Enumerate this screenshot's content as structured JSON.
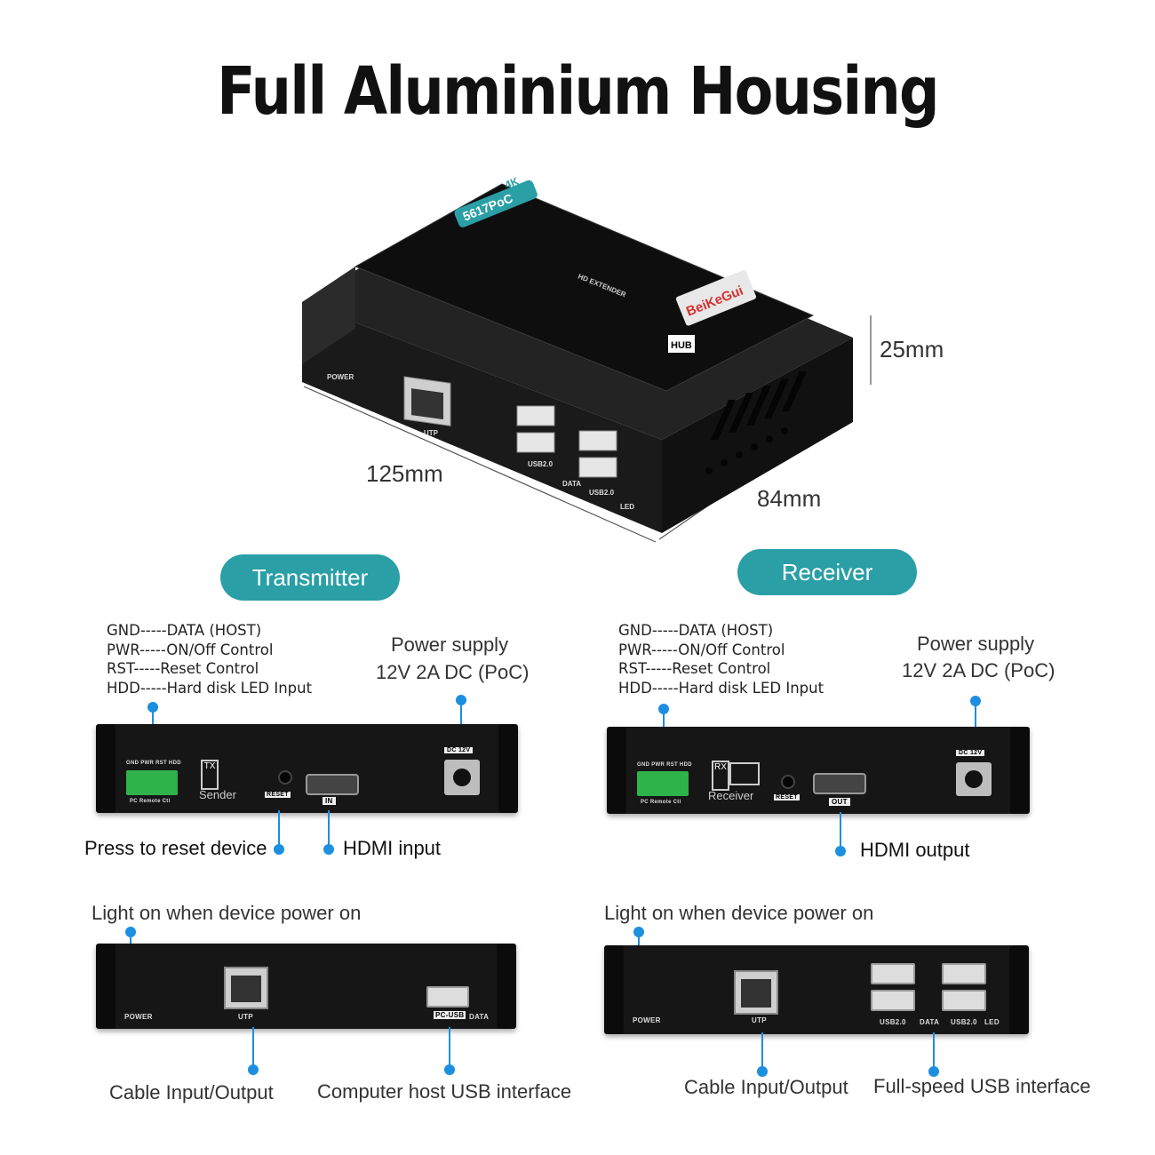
{
  "headline": "Full Aluminium Housing",
  "dimensions": {
    "width": "125mm",
    "depth": "84mm",
    "height": "25mm"
  },
  "device_top": {
    "model": "5617PoC",
    "badge_4k": "4K",
    "logo": "BeiKeGui",
    "product": "HD EXTENDER",
    "hub_label": "HUB",
    "ports": {
      "utp": "UTP",
      "usb": "USB2.0",
      "data": "DATA",
      "led": "LED",
      "power": "POWER"
    }
  },
  "transmitter": {
    "title": "Transmitter",
    "pins": [
      "GND-----DATA  (HOST)",
      "PWR-----ON/Off Control",
      "RST-----Reset Control",
      "HDD-----Hard disk LED Input"
    ],
    "power_title": "Power  supply",
    "power_spec": "12V 2A DC (PoC)",
    "front": {
      "terminal_label": "GND PWR RST HDD",
      "terminal_caption": "PC Remote Ctl",
      "role_icon": "TX",
      "role_label": "Sender",
      "reset_label": "RESET",
      "hdmi_label": "IN",
      "dc_label": "DC 12V"
    },
    "reset_callout": "Press to reset device",
    "hdmi_callout": "HDMI input",
    "power_led_callout": "Light on when device power on",
    "back": {
      "power": "POWER",
      "utp": "UTP",
      "pc_usb": "PC-USB",
      "data": "DATA"
    },
    "utp_callout": "Cable Input/Output",
    "usb_callout": "Computer host USB interface"
  },
  "receiver": {
    "title": "Receiver",
    "pins": [
      "GND-----DATA  (HOST)",
      "PWR-----ON/Off Control",
      "RST-----Reset Control",
      "HDD-----Hard disk LED Input"
    ],
    "power_title": "Power  supply",
    "power_spec": "12V 2A DC (PoC)",
    "front": {
      "terminal_label": "GND PWR RST HDD",
      "terminal_caption": "PC Remote Ctl",
      "role_icon": "RX",
      "role_label": "Receiver",
      "reset_label": "RESET",
      "hdmi_label": "OUT",
      "dc_label": "DC 12V"
    },
    "hdmi_callout": "HDMI output",
    "power_led_callout": "Light on when device power on",
    "back": {
      "power": "POWER",
      "utp": "UTP",
      "usb1": "USB2.0",
      "data": "DATA",
      "usb2": "USB2.0",
      "led": "LED"
    },
    "utp_callout": "Cable Input/Output",
    "usb_callout": "Full-speed USB interface"
  }
}
